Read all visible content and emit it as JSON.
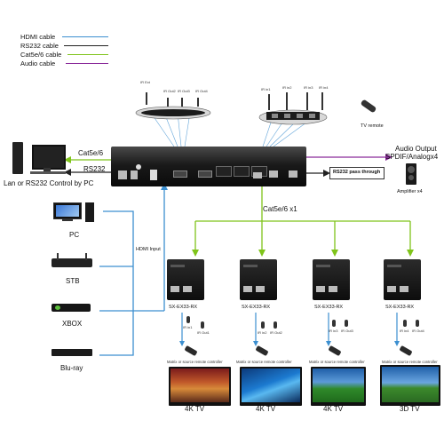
{
  "legend": [
    {
      "label": "HDMI cable",
      "color": "#3c8fd0"
    },
    {
      "label": "RS232 cable",
      "color": "#222222"
    },
    {
      "label": "Cat5e/6 cable",
      "color": "#7fc41a"
    },
    {
      "label": "Audio cable",
      "color": "#8a2a9a"
    }
  ],
  "matrix": {
    "cat_label": "Cat5e/6",
    "rs232_label": "RS232",
    "pc_control_label": "Lan or RS232 Control by PC",
    "hdmi_input_label": "HDMI Input",
    "cat_x1_label": "Cat5e/6 x1",
    "rs232_passthrough_label": "RS232 pass through"
  },
  "audio": {
    "output_label": "Audio Output",
    "spdif_label": "SPDIF/Analogx4",
    "amplifier_label": "Amplifier x4"
  },
  "tv_remote_label": "TV remote",
  "ir_left": [
    "IR Ext",
    "IR Out2",
    "IR Out3",
    "IR Out4"
  ],
  "ir_right": [
    "IR in1",
    "IR in2",
    "IR in3",
    "IR in4"
  ],
  "sources": [
    {
      "label": "PC"
    },
    {
      "label": "STB"
    },
    {
      "label": "XBOX"
    },
    {
      "label": "Blu-ray"
    }
  ],
  "receivers": [
    {
      "model": "SX-EX33-RX",
      "ir_a": "IR in1",
      "ir_b": "IR Out1",
      "remote": "Matrix or source remote controller",
      "tv": "4K TV"
    },
    {
      "model": "SX-EX33-RX",
      "ir_a": "IR in2",
      "ir_b": "IR Out2",
      "remote": "Matrix or source remote controller",
      "tv": "4K TV"
    },
    {
      "model": "SX-EX33-RX",
      "ir_a": "IR in3",
      "ir_b": "IR Out3",
      "remote": "Matrix or source remote controller",
      "tv": "4K TV"
    },
    {
      "model": "SX-EX33-RX",
      "ir_a": "IR in4",
      "ir_b": "IR Out4",
      "remote": "Matrix or source remote controller",
      "tv": "3D TV"
    }
  ]
}
